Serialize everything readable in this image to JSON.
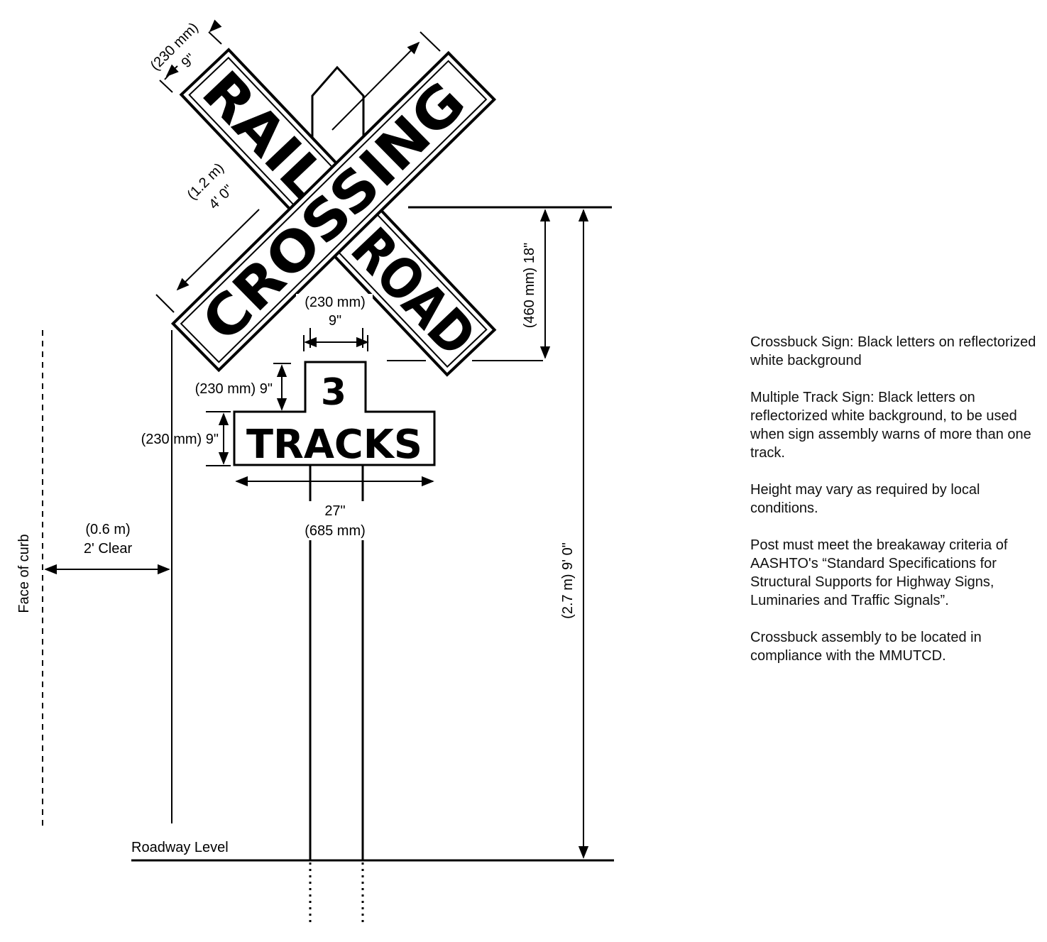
{
  "crossbuck": {
    "word_top": "RAIL",
    "word_bottom": "ROAD",
    "word_cross": "CROSSING"
  },
  "track_sign": {
    "number": "3",
    "word": "TRACKS"
  },
  "dimensions": {
    "blade_width_mm": "(230 mm)",
    "blade_width_in": "9\"",
    "blade_length_m": "(1.2 m)",
    "blade_length_ft": "4' 0\"",
    "post_width_mm": "(230 mm)",
    "post_width_in": "9\"",
    "tab_height": "(230 mm) 9\"",
    "sign_height": "(230 mm) 9\"",
    "sign_width_in": "27\"",
    "sign_width_mm": "(685 mm)",
    "clear_m": "(0.6 m)",
    "clear_ft": "2' Clear",
    "crossbuck_gap": "(460 mm) 18\"",
    "total_height": "(2.7 m) 9' 0\"",
    "face_of_curb": "Face of curb",
    "roadway_level": "Roadway Level"
  },
  "notes": [
    "Crossbuck Sign: Black letters on reflectorized white background",
    "Multiple Track Sign: Black letters on reflectorized white background, to be used when sign assembly warns of more than one track.",
    "Height may vary as required by local conditions.",
    "Post must meet the breakaway criteria of AASHTO's “Standard Specifications for Structural Supports for Highway Signs, Luminaries and Traffic Signals”.",
    "Crossbuck assembly to be located in compliance with the MMUTCD."
  ]
}
